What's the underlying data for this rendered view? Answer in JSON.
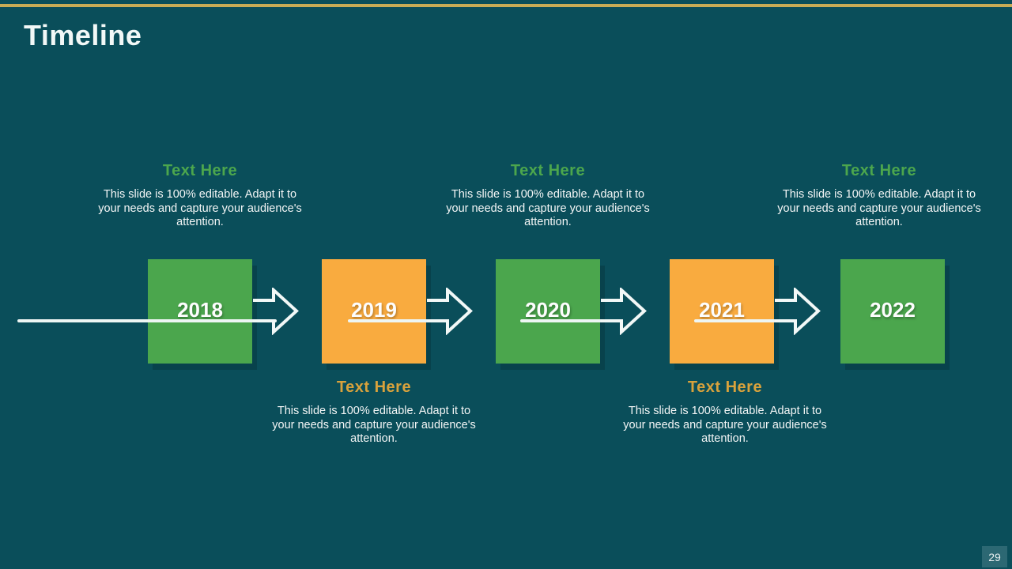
{
  "slide": {
    "title": "Timeline",
    "page_number": "29"
  },
  "colors": {
    "bg": "#0a4e5a",
    "top_rule": "#c8ab55",
    "title_text": "#f2f8f7",
    "heading_green": "#4ca64d",
    "heading_gold": "#d9a23c",
    "body_text": "#f4f6f6",
    "box_green": "#4ba64d",
    "box_orange": "#f9ab3f",
    "year_text": "#fdfdfd",
    "line": "#eef6f4",
    "badge_bg": "#2c6873",
    "badge_text": "#e9f0f1"
  },
  "top_notes": [
    {
      "heading": "Text Here",
      "body": "This slide is 100% editable. Adapt it to your needs and capture your audience's attention."
    },
    {
      "heading": "Text Here",
      "body": "This slide is 100% editable. Adapt it to your needs and capture your audience's attention."
    },
    {
      "heading": "Text Here",
      "body": "This slide is 100% editable. Adapt it to your needs and capture your audience's attention."
    }
  ],
  "bottom_notes": [
    {
      "heading": "Text Here",
      "body": "This slide is 100% editable. Adapt it to your needs and capture your audience's attention."
    },
    {
      "heading": "Text Here",
      "body": "This slide is 100% editable. Adapt it to your needs and capture your audience's attention."
    }
  ],
  "timeline": {
    "years": [
      {
        "label": "2018",
        "color": "green"
      },
      {
        "label": "2019",
        "color": "orange"
      },
      {
        "label": "2020",
        "color": "green"
      },
      {
        "label": "2021",
        "color": "orange"
      },
      {
        "label": "2022",
        "color": "green"
      }
    ]
  }
}
